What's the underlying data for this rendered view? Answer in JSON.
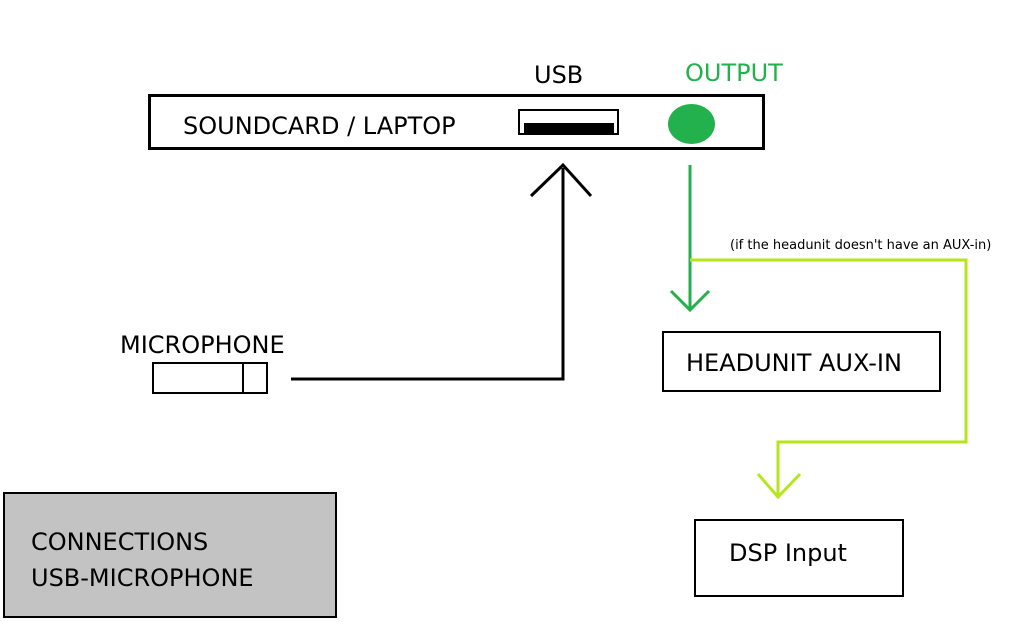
{
  "soundcard": {
    "label": "SOUNDCARD / LAPTOP"
  },
  "ports": {
    "usb_label": "USB",
    "output_label": "OUTPUT"
  },
  "microphone": {
    "label": "MICROPHONE"
  },
  "headunit": {
    "label": "HEADUNIT AUX-IN"
  },
  "dsp": {
    "label": "DSP Input"
  },
  "note": {
    "text": "(if the headunit doesn't have an AUX-in)"
  },
  "caption": {
    "line1": "CONNECTIONS",
    "line2": "USB-MICROPHONE"
  },
  "colors": {
    "output": "#22b14c",
    "alt_route": "#b5e61d",
    "line": "#000000",
    "caption_bg": "#c3c3c3"
  }
}
